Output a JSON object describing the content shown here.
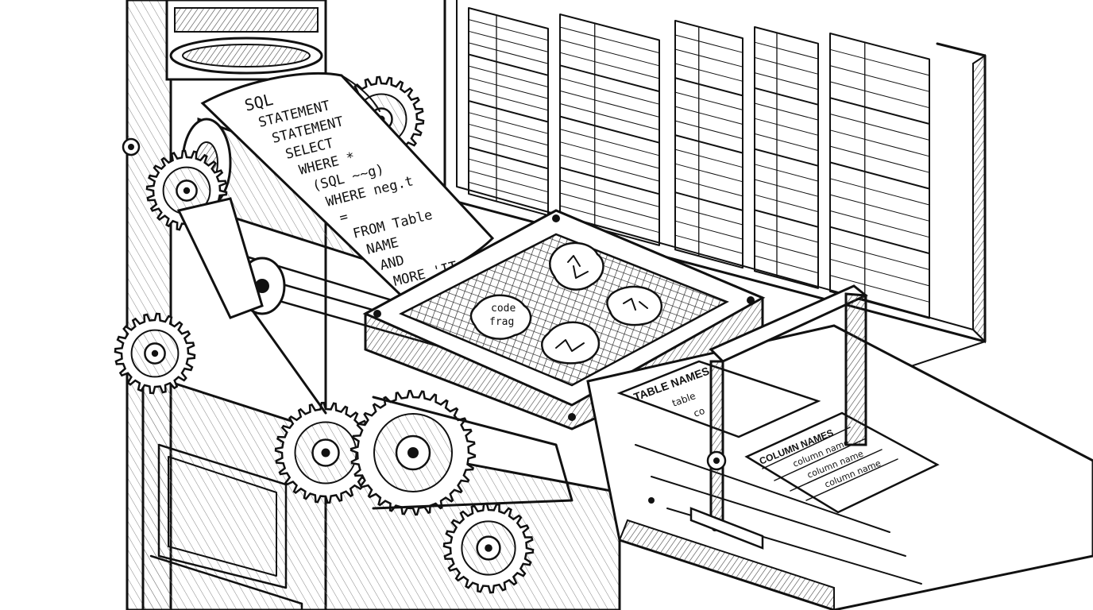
{
  "scroll": {
    "lines": [
      "SQL",
      "STATEMENT",
      "STATEMENT",
      "SELECT",
      "WHERE *",
      "(SQL ~~g)",
      "WHERE neg.t",
      "=",
      "FROM Table",
      "NAME",
      "AND",
      "MORE 'IT,"
    ]
  },
  "sieve": {
    "fragment_label_1": "code",
    "fragment_label_2": "frag"
  },
  "output_sheets": {
    "table_sheet": {
      "header": "TABLE NAMES",
      "rows": [
        "table",
        "co"
      ]
    },
    "column_sheet": {
      "header": "COLUMN NAMES",
      "rows": [
        "column name",
        "column name",
        "column name"
      ]
    }
  },
  "colors": {
    "ink": "#111111",
    "paper": "#ffffff",
    "hatch": "#555555"
  }
}
